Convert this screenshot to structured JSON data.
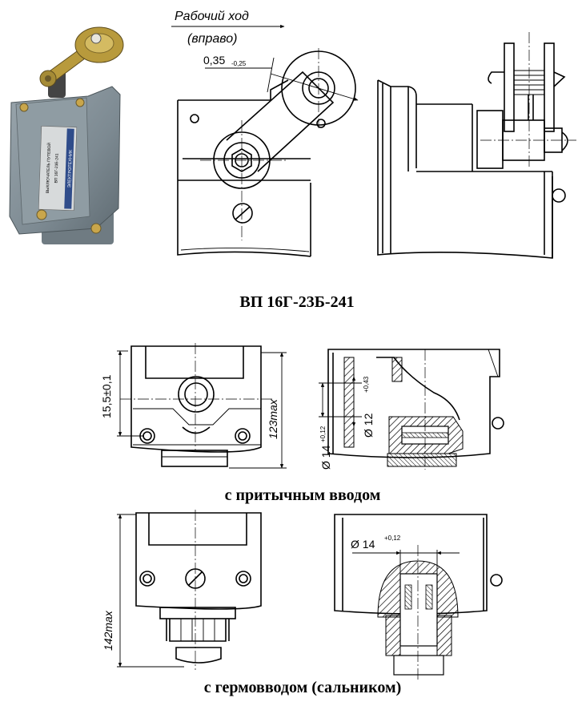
{
  "top": {
    "motion_label_line1": "Рабочий ход",
    "motion_label_line2": "(вправо)",
    "gap_value": "0,35",
    "gap_tolerance": "-0,25",
    "title": "ВП 16Г-23Б-241"
  },
  "photo": {
    "label_line1": "ВЫКЛЮЧАТЕЛЬ ПУТЕВОЙ",
    "label_line2": "ВП 16Г-23Б-241",
    "brand": "ЭЛЕКТРОТЕХНИК"
  },
  "variant_plug": {
    "dim_height_offset": "15,5±0,1",
    "dim_height_max": "123max",
    "dim_hole": "12",
    "dim_hole_tol": "+0,43",
    "dim_outer": "14",
    "dim_outer_tol": "+0,12",
    "caption": "с притычным вводом"
  },
  "variant_gland": {
    "dim_height_max": "142max",
    "dim_bore": "14",
    "dim_bore_tol": "+0,12",
    "caption": "с гермовводом (сальником)"
  },
  "colors": {
    "photo_body": "#7d8a92",
    "photo_metal": "#b89a3c",
    "line": "#000000"
  }
}
